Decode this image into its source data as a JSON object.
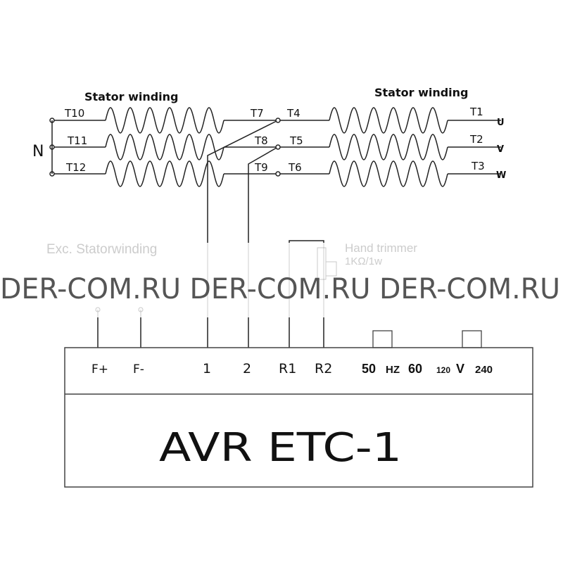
{
  "labels": {
    "stator_left": "Stator winding",
    "stator_right": "Stator winding",
    "neutral": "N",
    "left_terminals": [
      "T10",
      "T11",
      "T12"
    ],
    "mid_left_terminals": [
      "T7",
      "T8",
      "T9"
    ],
    "mid_right_terminals": [
      "T4",
      "T5",
      "T6"
    ],
    "right_terminals": [
      "T1",
      "T2",
      "T3"
    ],
    "phases": [
      "U",
      "V",
      "W"
    ],
    "exciter": "Exc. Statorwinding",
    "trimmer": "Hand trimmer",
    "trimmer_value": "1KΩ/1w"
  },
  "watermark": "DER-COM.RU DER-COM.RU DER-COM.RU",
  "avr": {
    "title": "AVR ETC-1",
    "terminals": [
      "F+",
      "F-",
      "1",
      "2",
      "R1",
      "R2"
    ],
    "freq": [
      "50",
      "HZ",
      "60"
    ],
    "volt": [
      "120",
      "V",
      "240"
    ]
  }
}
